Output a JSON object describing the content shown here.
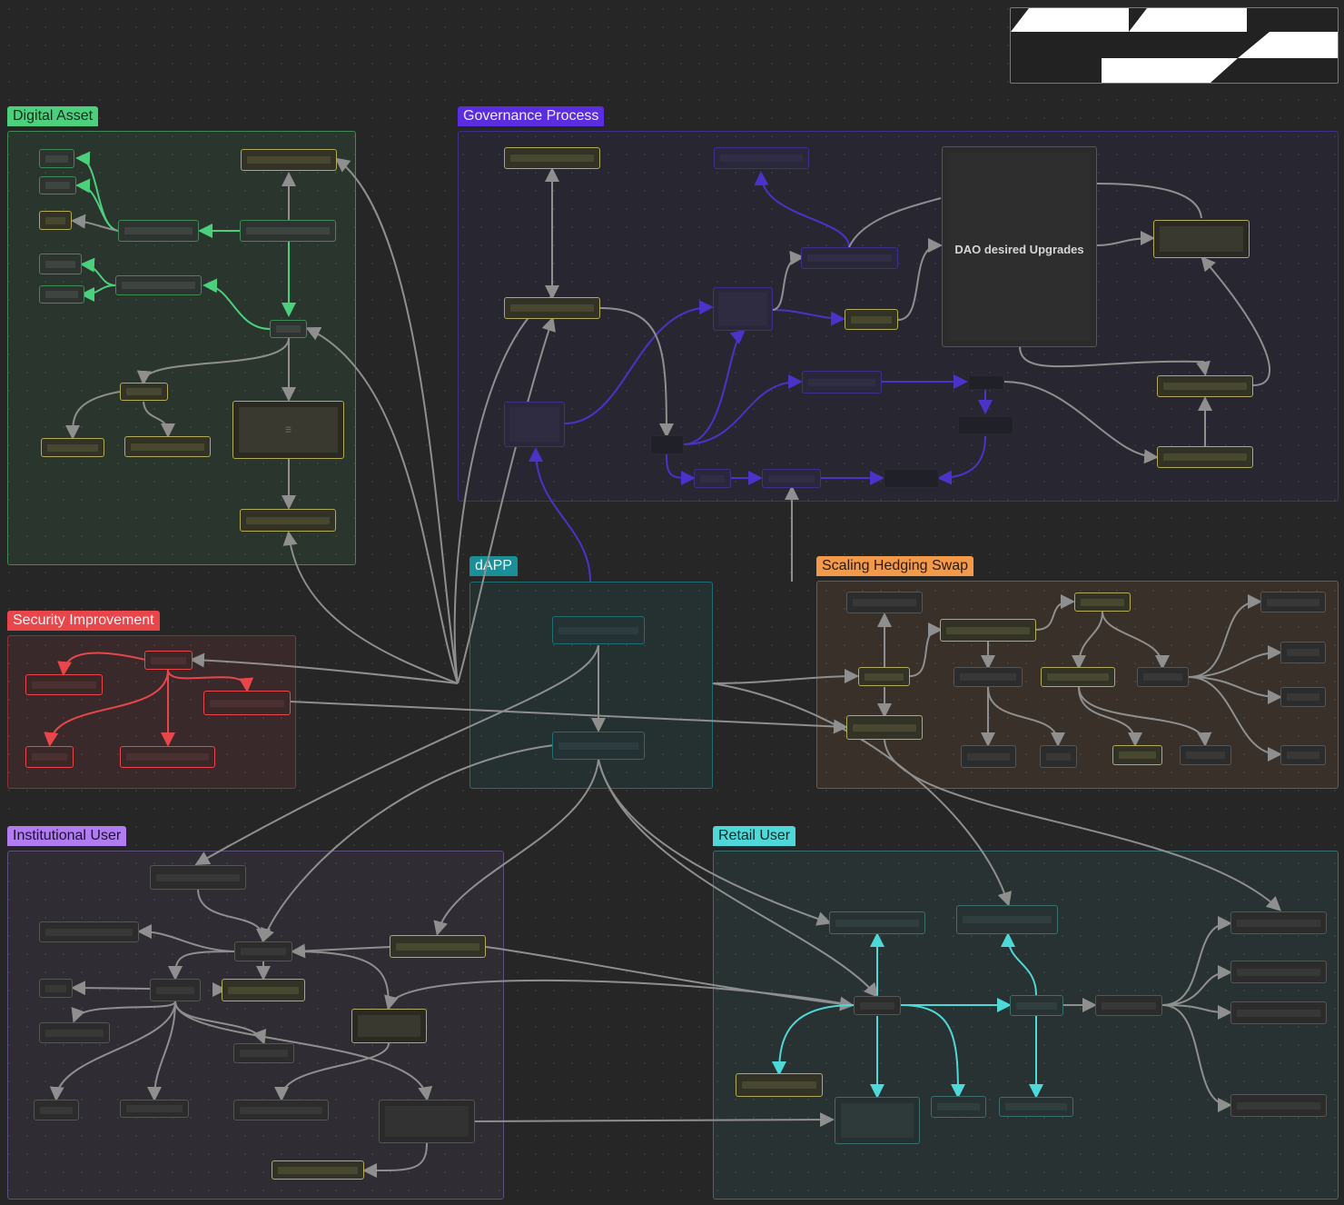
{
  "colors": {
    "green": "#4cd07d",
    "purple": "#4527c8",
    "red": "#e8464a",
    "teal": "#4fd8d8",
    "orange": "#f2994a",
    "lavender": "#b07cf0",
    "dapp": "#1ea0a8",
    "yellow": "#b2ab58",
    "grey": "#8f8f8f"
  },
  "groups": {
    "digital_asset": "Digital Asset",
    "governance": "Governance Process",
    "dapp": "dAPP",
    "security": "Security Improvement",
    "scaling": "Scaling Hedging Swap",
    "institutional": "Institutional User",
    "retail": "Retail User"
  },
  "nodes": {
    "dao_upgrades": "DAO desired Upgrades"
  },
  "minimap": {
    "label": "canvas-minimap"
  }
}
